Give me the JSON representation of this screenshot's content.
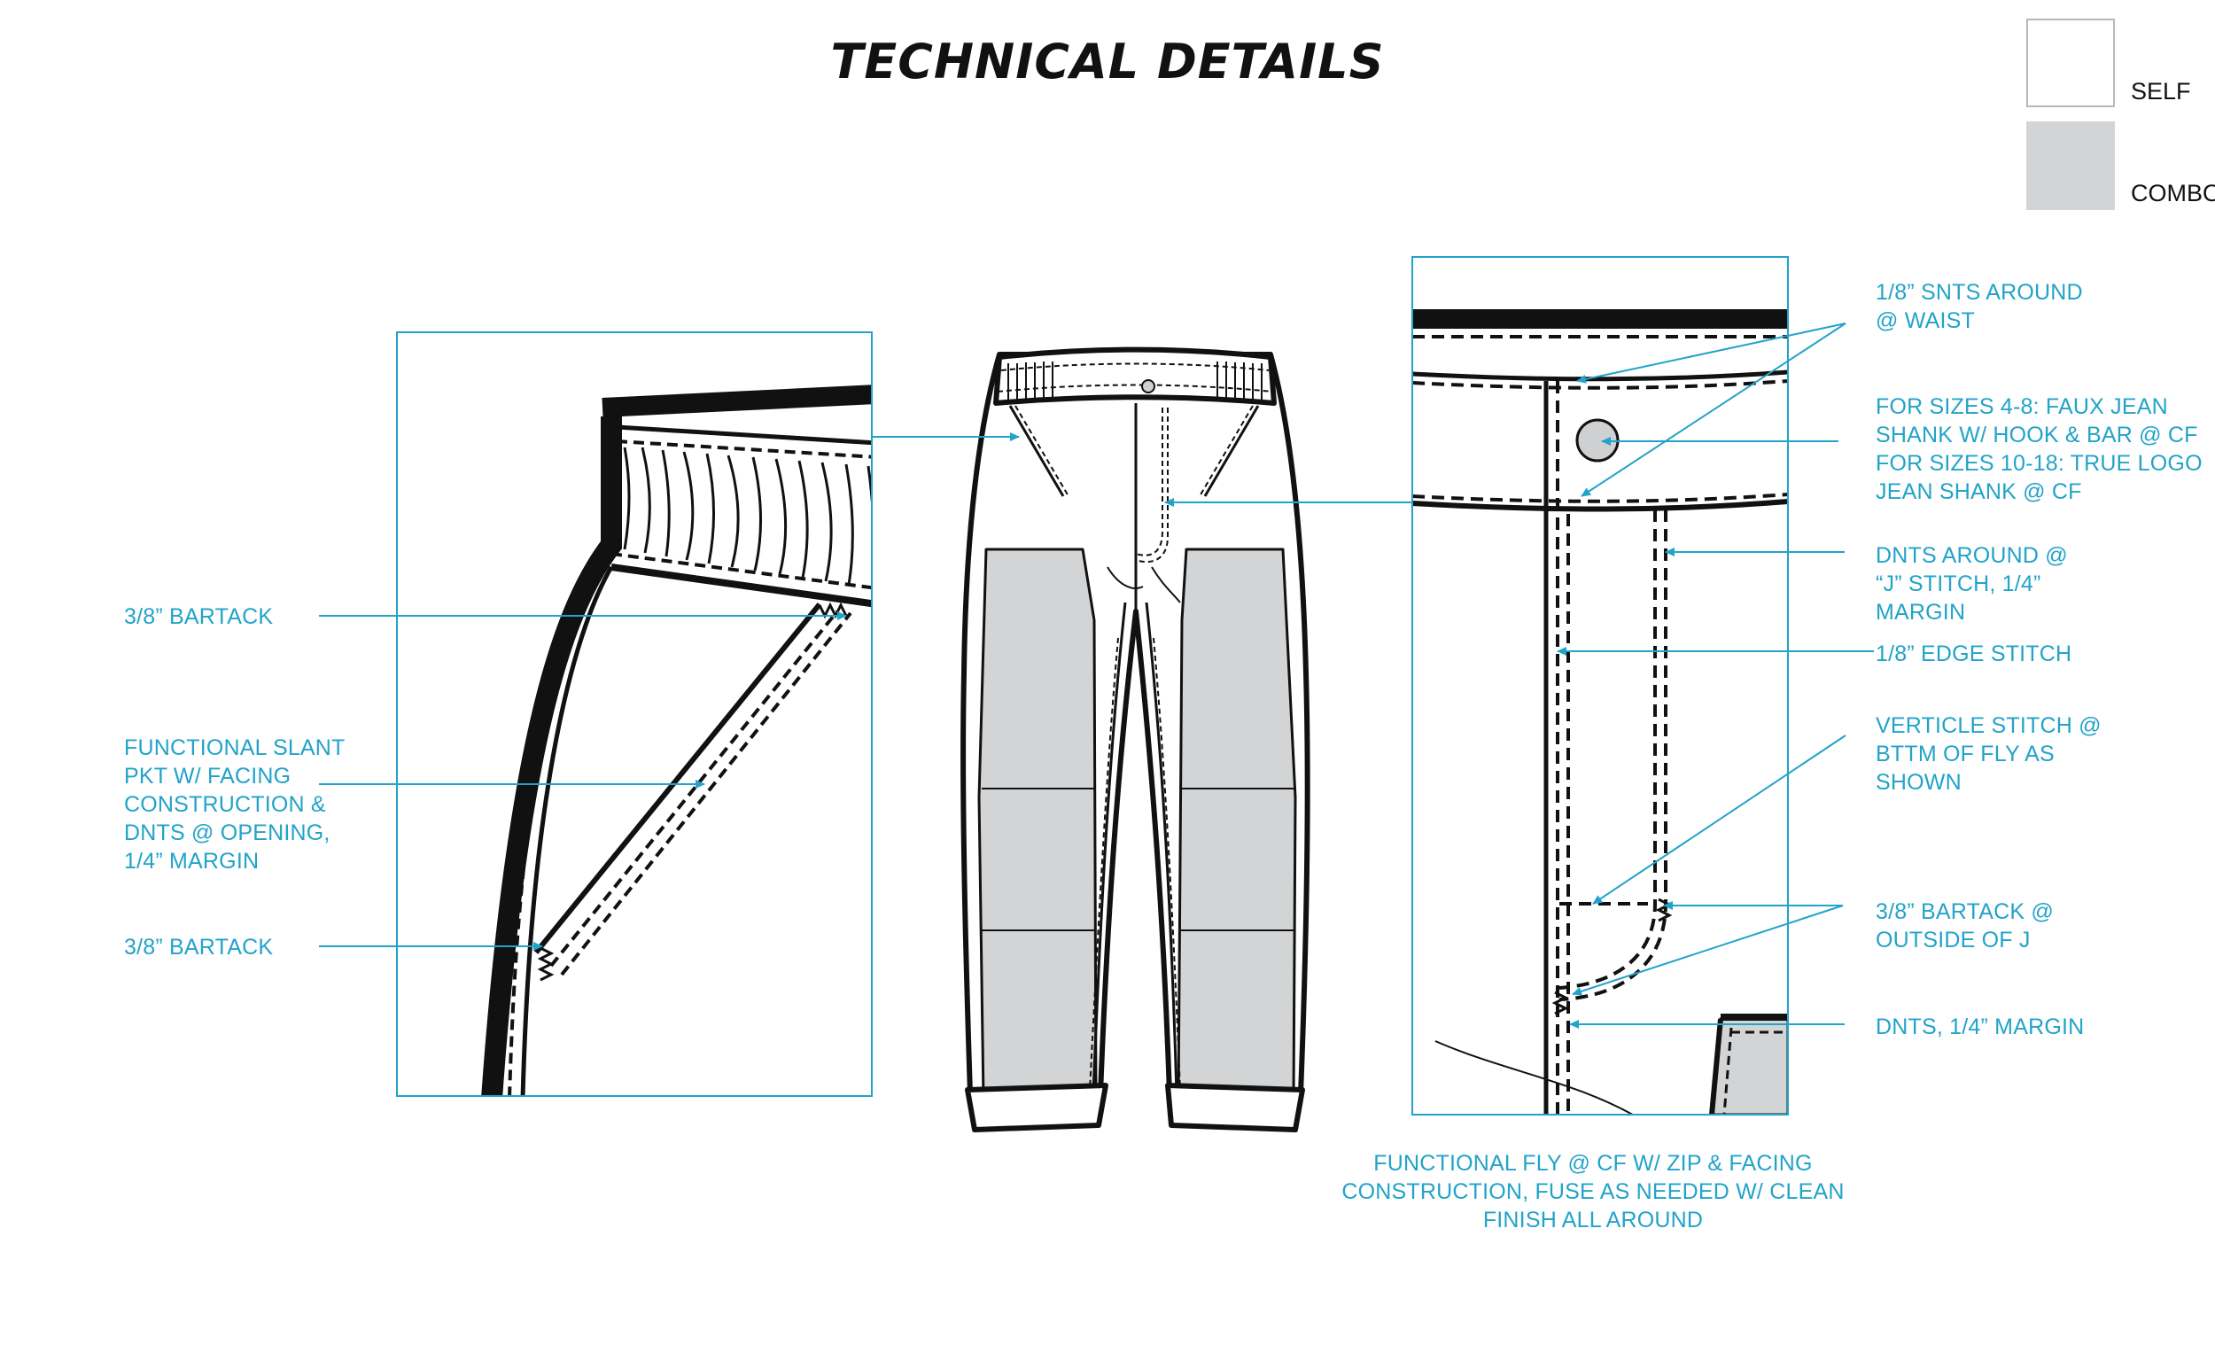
{
  "title": "TECHNICAL DETAILS",
  "legend": {
    "self": "SELF",
    "combo": "COMBO",
    "self_color": "#ffffff",
    "combo_color": "#d3d4d5"
  },
  "colors": {
    "callout": "#22a3c9",
    "line": "#111111",
    "combo_fill": "#d3d4d5"
  },
  "callouts": {
    "left_bartack_top": "3/8” BARTACK",
    "left_slant_pocket": "FUNCTIONAL SLANT\nPKT W/ FACING\nCONSTRUCTION &\nDNTS @ OPENING,\n1/4” MARGIN",
    "left_bartack_bottom": "3/8” BARTACK",
    "waist_snts": "1/8” SNTS AROUND\n@ WAIST",
    "jean_shank": "FOR SIZES 4-8: FAUX JEAN\nSHANK W/ HOOK & BAR @ CF\nFOR SIZES 10-18: TRUE LOGO\nJEAN SHANK @ CF",
    "j_stitch": "DNTS AROUND @\n“J” STITCH, 1/4”\nMARGIN",
    "edge_stitch": "1/8” EDGE STITCH",
    "verticle_stitch": "VERTICLE STITCH @\nBTTM OF FLY AS\nSHOWN",
    "bartack_j": "3/8” BARTACK @\nOUTSIDE OF J",
    "dnts_margin": "DNTS, 1/4” MARGIN",
    "functional_fly": "FUNCTIONAL FLY @ CF W/ ZIP & FACING\nCONSTRUCTION, FUSE AS NEEDED W/ CLEAN\nFINISH ALL AROUND"
  }
}
